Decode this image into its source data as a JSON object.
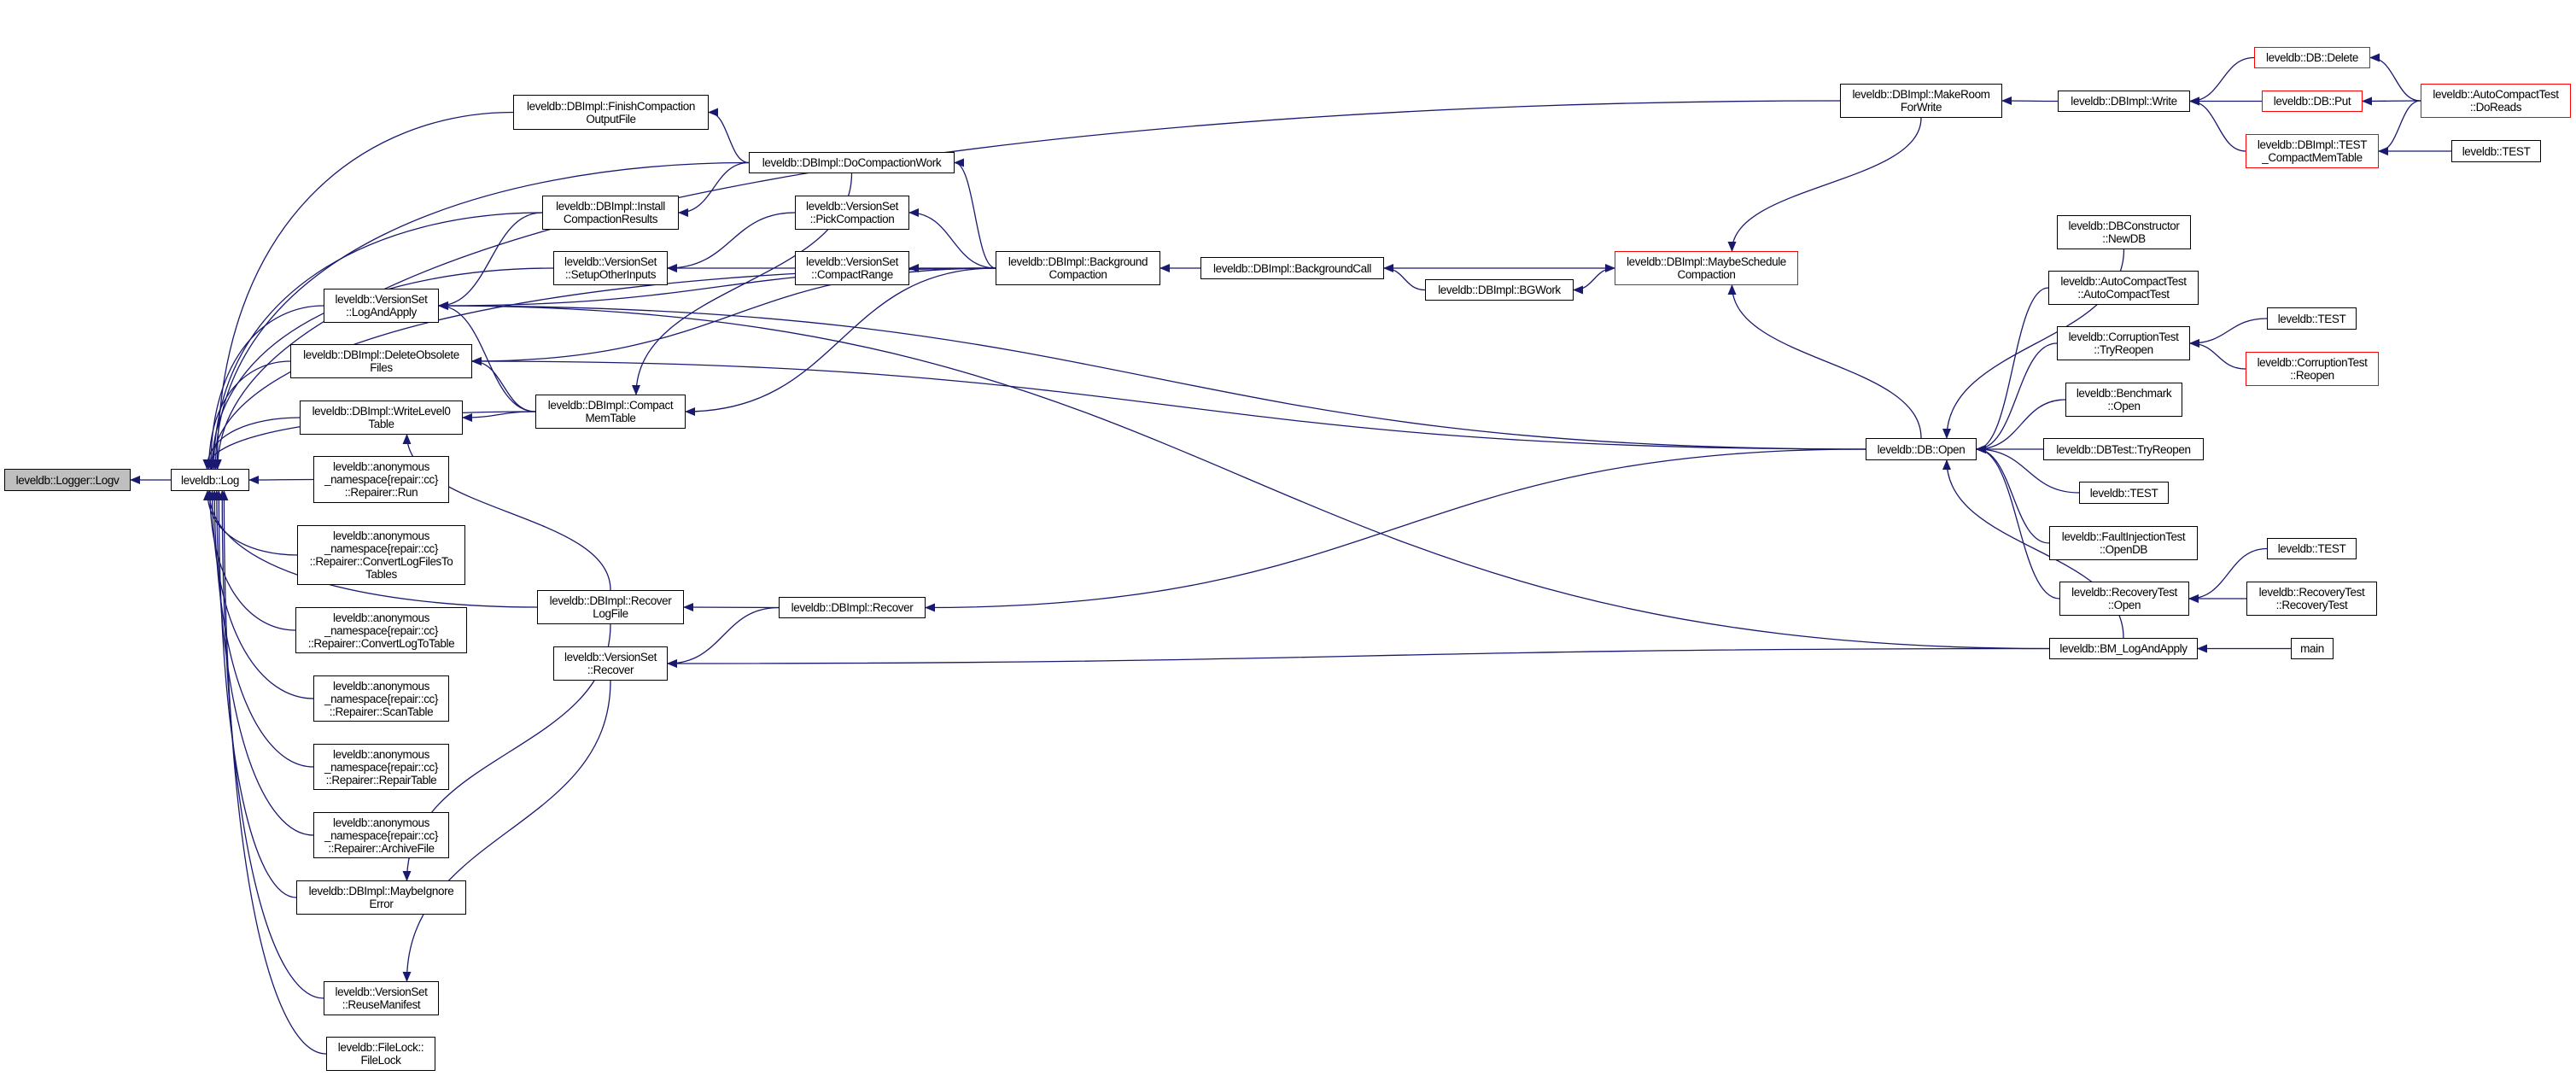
{
  "colors": {
    "edge": "#191970",
    "root_fill": "#bfbfbf",
    "truncated_border": "#ff0000",
    "node_border": "#000000"
  },
  "nodes": {
    "logv": {
      "label": "leveldb::Logger::Logv",
      "root": true
    },
    "log": {
      "label": "leveldb::Log"
    },
    "finish": {
      "label": "leveldb::DBImpl::FinishCompaction\nOutputFile"
    },
    "docompact": {
      "label": "leveldb::DBImpl::DoCompactionWork"
    },
    "install": {
      "label": "leveldb::DBImpl::Install\nCompactionResults"
    },
    "setup": {
      "label": "leveldb::VersionSet\n::SetupOtherInputs"
    },
    "logapply": {
      "label": "leveldb::VersionSet\n::LogAndApply"
    },
    "delobs": {
      "label": "leveldb::DBImpl::DeleteObsolete\nFiles"
    },
    "wl0": {
      "label": "leveldb::DBImpl::WriteLevel0\nTable"
    },
    "run": {
      "label": "leveldb::anonymous\n_namespace{repair::cc}\n::Repairer::Run"
    },
    "clft": {
      "label": "leveldb::anonymous\n_namespace{repair::cc}\n::Repairer::ConvertLogFilesTo\nTables"
    },
    "cltt": {
      "label": "leveldb::anonymous\n_namespace{repair::cc}\n::Repairer::ConvertLogToTable"
    },
    "scan": {
      "label": "leveldb::anonymous\n_namespace{repair::cc}\n::Repairer::ScanTable"
    },
    "repair": {
      "label": "leveldb::anonymous\n_namespace{repair::cc}\n::Repairer::RepairTable"
    },
    "archive": {
      "label": "leveldb::anonymous\n_namespace{repair::cc}\n::Repairer::ArchiveFile"
    },
    "maybeign": {
      "label": "leveldb::DBImpl::MaybeIgnore\nError"
    },
    "reuse": {
      "label": "leveldb::VersionSet\n::ReuseManifest"
    },
    "filelock": {
      "label": "leveldb::FileLock::\nFileLock"
    },
    "compactmem": {
      "label": "leveldb::DBImpl::Compact\nMemTable"
    },
    "recoverlog": {
      "label": "leveldb::DBImpl::Recover\nLogFile"
    },
    "vsrecover": {
      "label": "leveldb::VersionSet\n::Recover"
    },
    "pick": {
      "label": "leveldb::VersionSet\n::PickCompaction"
    },
    "crange": {
      "label": "leveldb::VersionSet\n::CompactRange"
    },
    "bgcompact": {
      "label": "leveldb::DBImpl::Background\nCompaction"
    },
    "recover": {
      "label": "leveldb::DBImpl::Recover"
    },
    "bgcall": {
      "label": "leveldb::DBImpl::BackgroundCall"
    },
    "bgwork": {
      "label": "leveldb::DBImpl::BGWork"
    },
    "maybesched": {
      "label": "leveldb::DBImpl::MaybeSchedule\nCompaction",
      "truncated": true
    },
    "makeroom": {
      "label": "leveldb::DBImpl::MakeRoom\nForWrite"
    },
    "write": {
      "label": "leveldb::DBImpl::Write"
    },
    "del": {
      "label": "leveldb::DB::Delete",
      "truncated": true
    },
    "put": {
      "label": "leveldb::DB::Put",
      "truncated": true
    },
    "testcmt": {
      "label": "leveldb::DBImpl::TEST\n_CompactMemTable",
      "truncated": true
    },
    "doreads": {
      "label": "leveldb::AutoCompactTest\n::DoReads",
      "truncated": true
    },
    "test1": {
      "label": "leveldb::TEST"
    },
    "dbopen": {
      "label": "leveldb::DB::Open"
    },
    "newdb": {
      "label": "leveldb::DBConstructor\n::NewDB"
    },
    "act": {
      "label": "leveldb::AutoCompactTest\n::AutoCompactTest"
    },
    "cttry": {
      "label": "leveldb::CorruptionTest\n::TryReopen"
    },
    "test2": {
      "label": "leveldb::TEST"
    },
    "ctreopen": {
      "label": "leveldb::CorruptionTest\n::Reopen",
      "truncated": true
    },
    "benchopen": {
      "label": "leveldb::Benchmark\n::Open"
    },
    "dbtesttry": {
      "label": "leveldb::DBTest::TryReopen"
    },
    "test3": {
      "label": "leveldb::TEST"
    },
    "faultopen": {
      "label": "leveldb::FaultInjectionTest\n::OpenDB"
    },
    "test4": {
      "label": "leveldb::TEST"
    },
    "rtopen": {
      "label": "leveldb::RecoveryTest\n::Open"
    },
    "rtrt": {
      "label": "leveldb::RecoveryTest\n::RecoveryTest"
    },
    "bmlog": {
      "label": "leveldb::BM_LogAndApply"
    },
    "main": {
      "label": "main"
    }
  },
  "edges": [
    [
      "log",
      "logv"
    ],
    [
      "makeroom",
      "log"
    ],
    [
      "docompact",
      "log"
    ],
    [
      "finish",
      "log"
    ],
    [
      "install",
      "log"
    ],
    [
      "setup",
      "log"
    ],
    [
      "logapply",
      "log"
    ],
    [
      "delobs",
      "log"
    ],
    [
      "wl0",
      "log"
    ],
    [
      "run",
      "log"
    ],
    [
      "clft",
      "log"
    ],
    [
      "cltt",
      "log"
    ],
    [
      "scan",
      "log"
    ],
    [
      "repair",
      "log"
    ],
    [
      "archive",
      "log"
    ],
    [
      "maybeign",
      "log"
    ],
    [
      "recoverlog",
      "log"
    ],
    [
      "reuse",
      "log"
    ],
    [
      "filelock",
      "log"
    ],
    [
      "bgcompact",
      "log"
    ],
    [
      "compactmem",
      "log"
    ],
    [
      "docompact",
      "finish"
    ],
    [
      "docompact",
      "install"
    ],
    [
      "install",
      "logapply"
    ],
    [
      "pick",
      "setup"
    ],
    [
      "crange",
      "setup"
    ],
    [
      "bgcompact",
      "logapply"
    ],
    [
      "compactmem",
      "logapply"
    ],
    [
      "dbopen",
      "logapply"
    ],
    [
      "bmlog",
      "logapply"
    ],
    [
      "compactmem",
      "delobs"
    ],
    [
      "dbopen",
      "delobs"
    ],
    [
      "bgcompact",
      "delobs"
    ],
    [
      "compactmem",
      "wl0"
    ],
    [
      "recoverlog",
      "wl0"
    ],
    [
      "recoverlog",
      "maybeign"
    ],
    [
      "vsrecover",
      "reuse"
    ],
    [
      "bgcompact",
      "docompact"
    ],
    [
      "docompact",
      "compactmem"
    ],
    [
      "bgcompact",
      "pick"
    ],
    [
      "bgcompact",
      "crange"
    ],
    [
      "bgcompact",
      "compactmem"
    ],
    [
      "bgcall",
      "bgcompact"
    ],
    [
      "bgwork",
      "bgcall"
    ],
    [
      "bgcall",
      "maybesched"
    ],
    [
      "maybesched",
      "bgwork"
    ],
    [
      "makeroom",
      "maybesched"
    ],
    [
      "dbopen",
      "maybesched"
    ],
    [
      "write",
      "makeroom"
    ],
    [
      "del",
      "write"
    ],
    [
      "put",
      "write"
    ],
    [
      "testcmt",
      "write"
    ],
    [
      "doreads",
      "del"
    ],
    [
      "doreads",
      "put"
    ],
    [
      "doreads",
      "testcmt"
    ],
    [
      "test1",
      "testcmt"
    ],
    [
      "newdb",
      "dbopen"
    ],
    [
      "act",
      "dbopen"
    ],
    [
      "cttry",
      "dbopen"
    ],
    [
      "benchopen",
      "dbopen"
    ],
    [
      "dbtesttry",
      "dbopen"
    ],
    [
      "test3",
      "dbopen"
    ],
    [
      "faultopen",
      "dbopen"
    ],
    [
      "rtopen",
      "dbopen"
    ],
    [
      "bmlog",
      "dbopen"
    ],
    [
      "test2",
      "cttry"
    ],
    [
      "ctreopen",
      "cttry"
    ],
    [
      "test4",
      "rtopen"
    ],
    [
      "rtrt",
      "rtopen"
    ],
    [
      "main",
      "bmlog"
    ],
    [
      "dbopen",
      "recover"
    ],
    [
      "recover",
      "recoverlog"
    ],
    [
      "recover",
      "vsrecover"
    ],
    [
      "bmlog",
      "vsrecover"
    ]
  ]
}
